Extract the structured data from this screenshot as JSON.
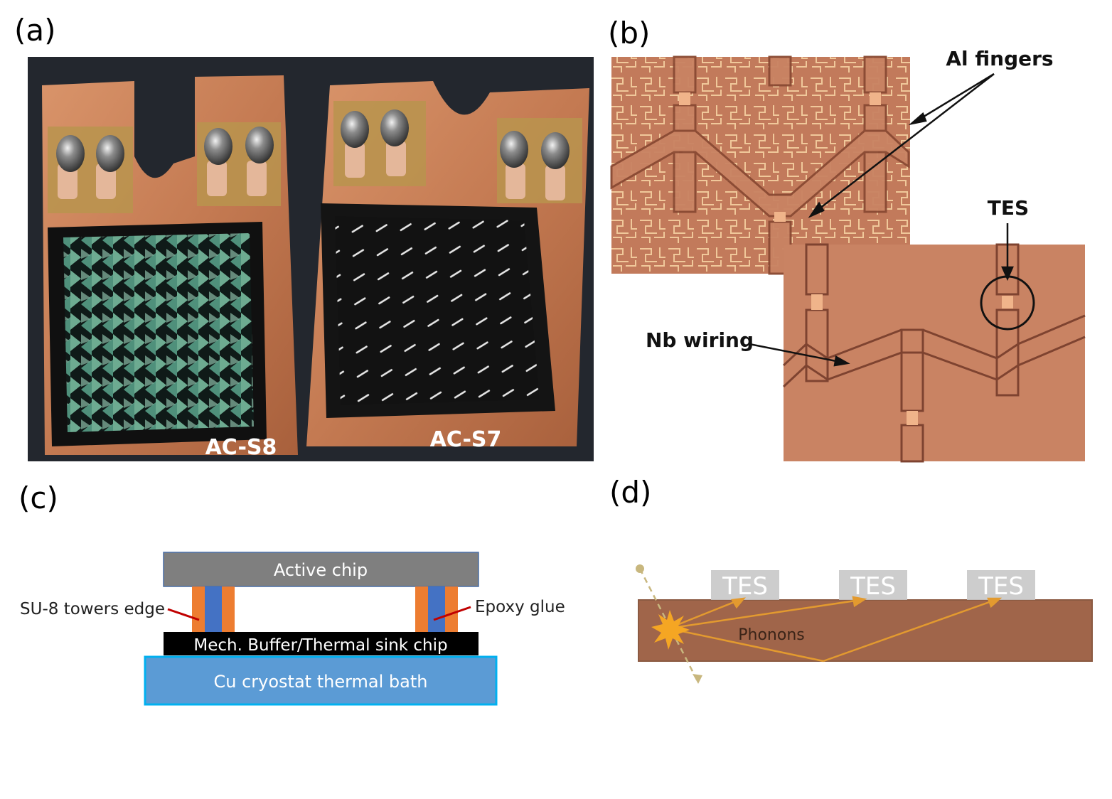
{
  "panels": {
    "a": {
      "label": "(a)",
      "sample_left": "AC-S8",
      "sample_right": "AC-S7",
      "colors": {
        "copper": "#c9825a",
        "dark_bg": "#23272e",
        "chip_black": "#141414",
        "teal_pattern": "#7ec4a6"
      }
    },
    "b": {
      "label": "(b)",
      "al_fingers": "Al fingers",
      "tes": "TES",
      "nb_wiring": "Nb wiring",
      "colors": {
        "micrograph": "#c98363",
        "fingers": "#f0c89a"
      }
    },
    "c": {
      "label": "(c)",
      "active_chip": "Active chip",
      "su8_label": "SU-8 towers edge",
      "epoxy_label": "Epoxy glue",
      "buffer_chip": "Mech. Buffer/Thermal sink chip",
      "bath": "Cu cryostat thermal bath",
      "colors": {
        "active_chip": "#7f7f7f",
        "su8": "#ed7d31",
        "epoxy": "#4472c4",
        "buffer": "#000000",
        "bath": "#5b9bd5",
        "bath_border": "#00b0f0",
        "pointer": "#c00000"
      }
    },
    "d": {
      "label": "(d)",
      "tes_labels": [
        "TES",
        "TES",
        "TES"
      ],
      "phonons": "Phonons",
      "colors": {
        "substrate": "#a0654a",
        "ray": "#e39a2f",
        "tes_box": "#c8c8c8"
      }
    }
  }
}
